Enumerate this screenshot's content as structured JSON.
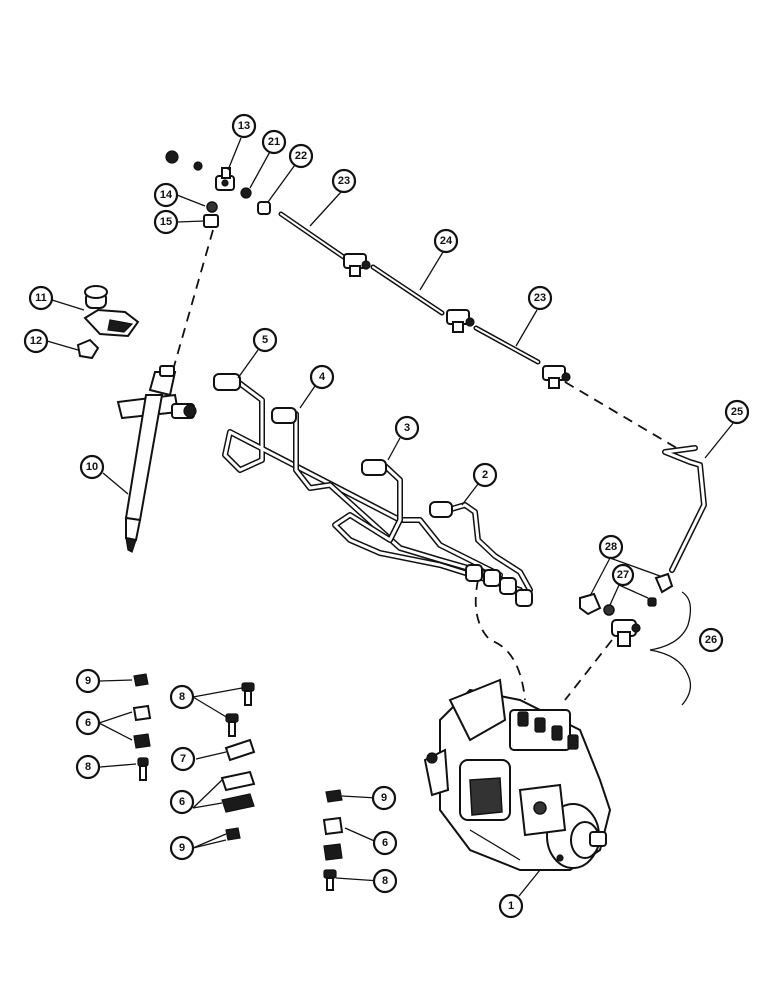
{
  "callouts": [
    {
      "id": "c1",
      "label": "1"
    },
    {
      "id": "c2",
      "label": "2"
    },
    {
      "id": "c3",
      "label": "3"
    },
    {
      "id": "c4",
      "label": "4"
    },
    {
      "id": "c5",
      "label": "5"
    },
    {
      "id": "c6a",
      "label": "6"
    },
    {
      "id": "c6b",
      "label": "6"
    },
    {
      "id": "c6c",
      "label": "6"
    },
    {
      "id": "c7",
      "label": "7"
    },
    {
      "id": "c8a",
      "label": "8"
    },
    {
      "id": "c8b",
      "label": "8"
    },
    {
      "id": "c8c",
      "label": "8"
    },
    {
      "id": "c9a",
      "label": "9"
    },
    {
      "id": "c9b",
      "label": "9"
    },
    {
      "id": "c9c",
      "label": "9"
    },
    {
      "id": "c10",
      "label": "10"
    },
    {
      "id": "c11",
      "label": "11"
    },
    {
      "id": "c12",
      "label": "12"
    },
    {
      "id": "c13",
      "label": "13"
    },
    {
      "id": "c14",
      "label": "14"
    },
    {
      "id": "c15",
      "label": "15"
    },
    {
      "id": "c21",
      "label": "21"
    },
    {
      "id": "c22",
      "label": "22"
    },
    {
      "id": "c23a",
      "label": "23"
    },
    {
      "id": "c23b",
      "label": "23"
    },
    {
      "id": "c24",
      "label": "24"
    },
    {
      "id": "c25",
      "label": "25"
    },
    {
      "id": "c26",
      "label": "26"
    },
    {
      "id": "c27",
      "label": "27"
    },
    {
      "id": "c28",
      "label": "28"
    }
  ]
}
